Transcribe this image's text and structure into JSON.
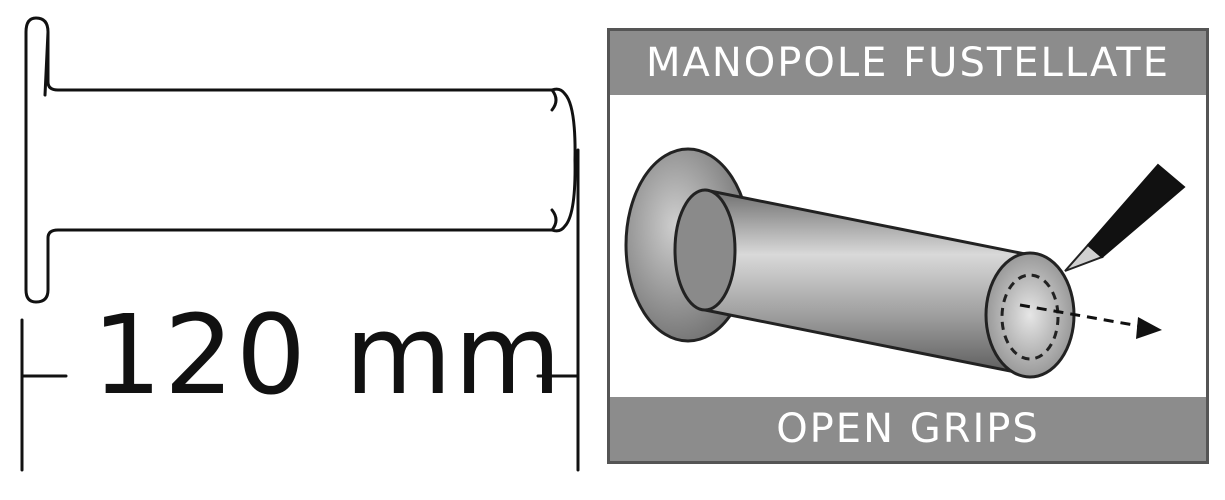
{
  "dimension": {
    "label": "120 mm"
  },
  "panel": {
    "title": "MANOPOLE FUSTELLATE",
    "subtitle": "OPEN GRIPS"
  }
}
